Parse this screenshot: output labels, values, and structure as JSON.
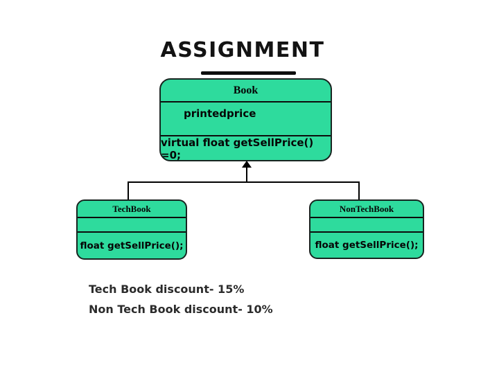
{
  "page": {
    "title": "ASSIGNMENT"
  },
  "diagram": {
    "classes": [
      {
        "name": "Book",
        "attributes": [
          "printedprice"
        ],
        "methods": [
          "virtual float getSellPrice() =0;"
        ]
      },
      {
        "name": "TechBook",
        "attributes": [],
        "methods": [
          "float getSellPrice();"
        ]
      },
      {
        "name": "NonTechBook",
        "attributes": [],
        "methods": [
          "float getSellPrice();"
        ]
      }
    ],
    "relations": [
      {
        "type": "inheritance",
        "parent": "Book",
        "children": [
          "TechBook",
          "NonTechBook"
        ]
      }
    ]
  },
  "notes": {
    "lines": [
      "Tech Book discount- 15%",
      "Non Tech Book discount- 10%"
    ]
  },
  "colors": {
    "class_fill": "#2edb9d",
    "class_border": "#182420",
    "line": "#000000",
    "text": "#060606",
    "note_text": "#2b2b2b",
    "background": "#ffffff"
  }
}
